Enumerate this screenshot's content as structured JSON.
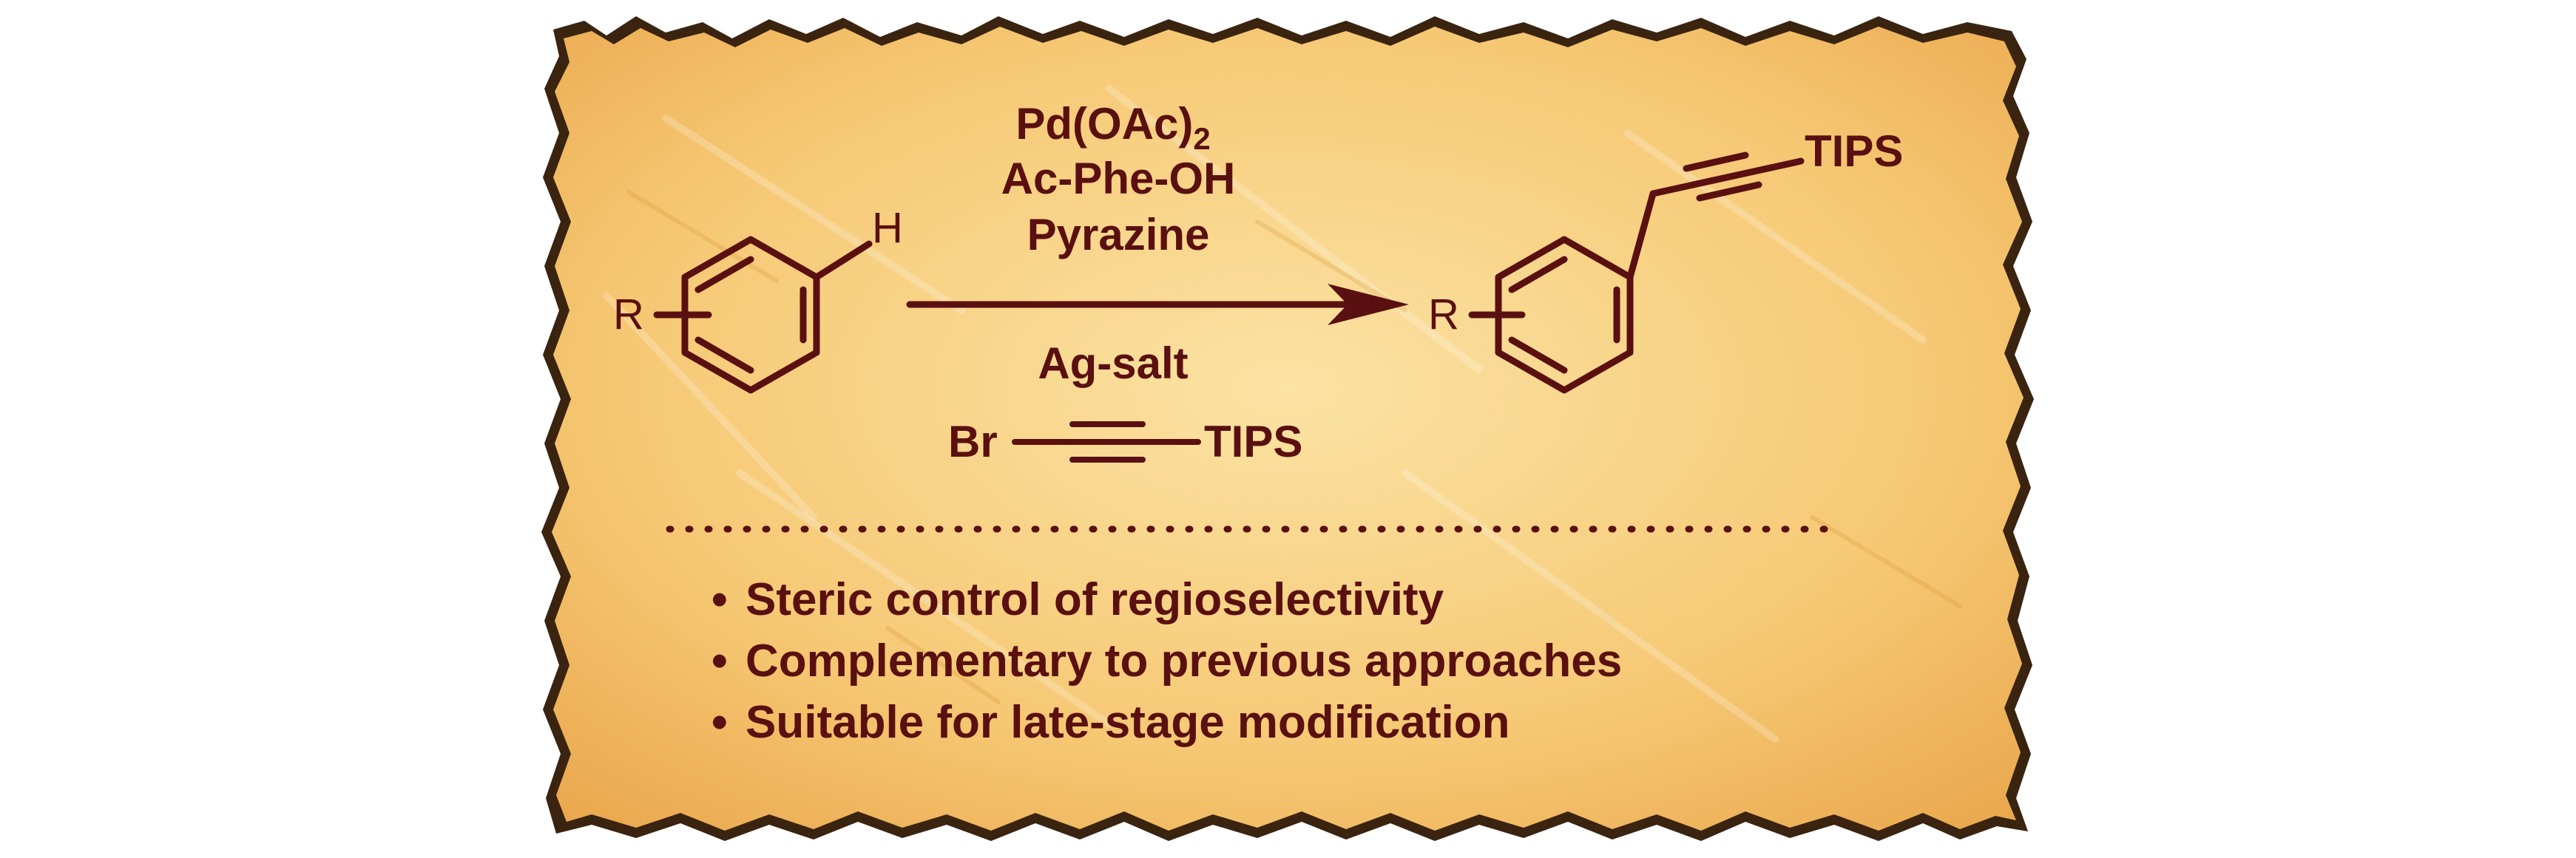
{
  "colors": {
    "ink": "#5a1010",
    "parchment_light": "#fbe3a4",
    "parchment_mid": "#f6c874",
    "parchment_dark": "#e9a54a",
    "torn_edge": "#3a2410"
  },
  "reaction": {
    "reactant": {
      "substituent": "R",
      "atom": "H"
    },
    "conditions_above": {
      "catalyst_base": "Pd(OAc)",
      "catalyst_subscript": "2",
      "ligand": "Ac-Phe-OH",
      "additive": "Pyrazine"
    },
    "conditions_below": {
      "salt": "Ag-salt",
      "reagent_left": "Br",
      "reagent_right": "TIPS"
    },
    "product": {
      "substituent": "R",
      "group": "TIPS"
    }
  },
  "features": [
    {
      "bullet": "•",
      "text": "Steric control of regioselectivity"
    },
    {
      "bullet": "•",
      "text": "Complementary to previous approaches"
    },
    {
      "bullet": "•",
      "text": "Suitable for late-stage modification"
    }
  ]
}
